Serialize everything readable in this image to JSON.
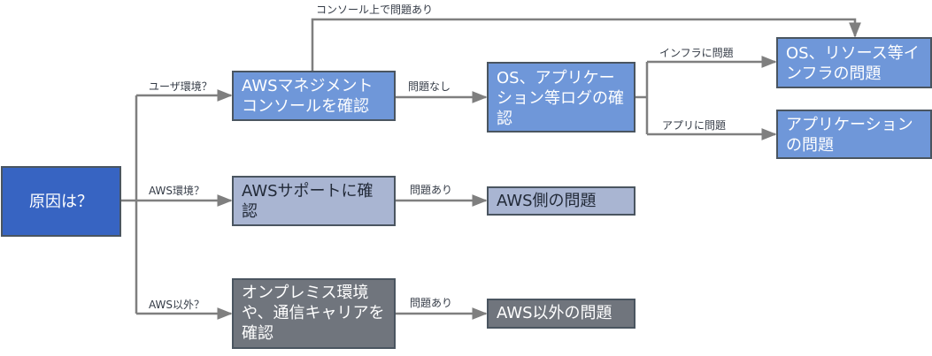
{
  "nodes": {
    "root": "原因は？",
    "console_check": "AWSマネジメントコンソールを確認",
    "os_log_check": "OS、アプリケーション等ログの確認",
    "infra_issue": "OS、リソース等インフラの問題",
    "app_issue": "アプリケーションの問題",
    "support_check": "AWSサポートに確認",
    "aws_side_issue": "AWS側の問題",
    "onprem_check": "オンプレミス環境や、通信キャリアを確認",
    "non_aws_issue": "AWS以外の問題"
  },
  "edge_labels": {
    "user_env": "ユーザ環境？",
    "aws_env": "AWS環境？",
    "non_aws": "AWS以外？",
    "no_problem": "問題なし",
    "console_problem": "コンソール上で問題あり",
    "infra_problem": "インフラに問題",
    "app_problem": "アプリに問題",
    "problem_support": "問題あり",
    "problem_onprem": "問題あり"
  },
  "colors": {
    "root": "#3764c2",
    "aws_blue": "#6f97d9",
    "support_lavender": "#a9b5d2",
    "other_gray": "#70757d",
    "connector": "#7f7f7f"
  }
}
